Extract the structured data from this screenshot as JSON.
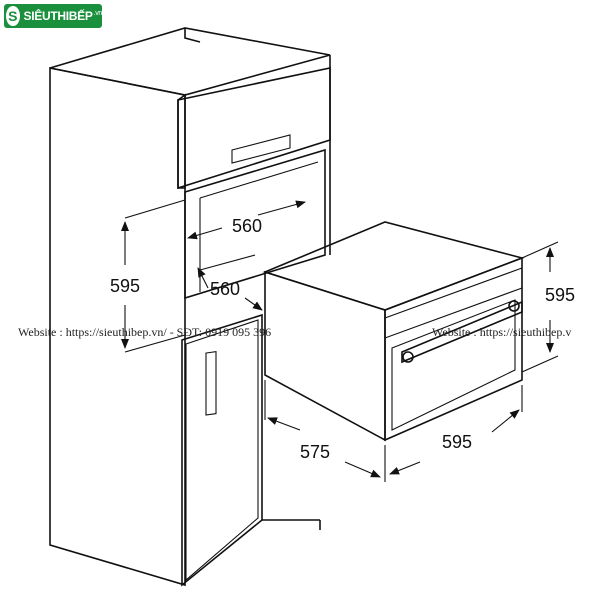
{
  "brand": {
    "name": "SIÊUTHIBẾP",
    "suffix": ".vn",
    "color": "#1a8f3c",
    "icon": "logo-s-icon"
  },
  "watermarks": {
    "left": "Website : https://sieuthibep.vn/ - SĐT: 0919 095 396",
    "right": "Website : https://sieuthibep.v"
  },
  "dimensions": {
    "cabinet_width": "560",
    "cabinet_depth": "560",
    "cabinet_height": "595",
    "oven_height": "595",
    "oven_depth": "575",
    "oven_width": "595"
  }
}
